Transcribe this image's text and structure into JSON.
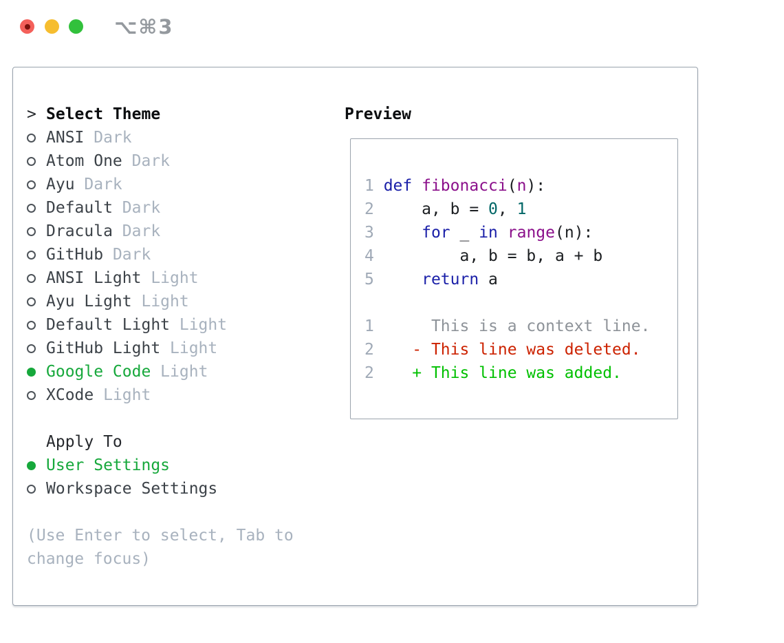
{
  "window": {
    "shortcut_label": "⌥⌘3"
  },
  "colors": {
    "accent_green": "#16a83b",
    "keyword_blue": "#1a1fa8",
    "function_purple": "#8b108b",
    "number_teal": "#006666",
    "code_plain": "#1b1e21",
    "line_number_gray": "#9fa9b6",
    "diff_context_gray": "#8e9399",
    "diff_deleted_red": "#cc2200",
    "diff_added_green": "#00c000",
    "text_primary": "#26292d",
    "text_dim": "#a8b2be",
    "frame_border": "#9aa3ad",
    "titlebar_gray": "#94999e",
    "traffic_red": "#f4605a",
    "traffic_red_dot": "#7c120c",
    "traffic_yellow": "#f6bd2f",
    "traffic_green": "#32c13c"
  },
  "theme_section": {
    "focus_marker": ">",
    "title": "Select Theme",
    "themes": [
      {
        "name": "ANSI",
        "variant": "Dark",
        "selected": false
      },
      {
        "name": "Atom One",
        "variant": "Dark",
        "selected": false
      },
      {
        "name": "Ayu",
        "variant": "Dark",
        "selected": false
      },
      {
        "name": "Default",
        "variant": "Dark",
        "selected": false
      },
      {
        "name": "Dracula",
        "variant": "Dark",
        "selected": false
      },
      {
        "name": "GitHub",
        "variant": "Dark",
        "selected": false
      },
      {
        "name": "ANSI Light",
        "variant": "Light",
        "selected": false
      },
      {
        "name": "Ayu Light",
        "variant": "Light",
        "selected": false
      },
      {
        "name": "Default Light",
        "variant": "Light",
        "selected": false
      },
      {
        "name": "GitHub Light",
        "variant": "Light",
        "selected": false
      },
      {
        "name": "Google Code",
        "variant": "Light",
        "selected": true
      },
      {
        "name": "XCode",
        "variant": "Light",
        "selected": false
      }
    ]
  },
  "apply_section": {
    "title": "Apply To",
    "options": [
      {
        "name": "User Settings",
        "selected": true
      },
      {
        "name": "Workspace Settings",
        "selected": false
      }
    ]
  },
  "hint": {
    "lines": [
      "(Use Enter to select, Tab to",
      "change focus)"
    ]
  },
  "preview": {
    "title": "Preview",
    "lines": [
      [
        [
          "ln",
          "1 "
        ],
        [
          "kw",
          "def"
        ],
        [
          "pl",
          " "
        ],
        [
          "fn",
          "fibonacci"
        ],
        [
          "pl",
          "("
        ],
        [
          "fn",
          "n"
        ],
        [
          "pl",
          "):"
        ]
      ],
      [
        [
          "ln",
          "2 "
        ],
        [
          "pl",
          "    a, b = "
        ],
        [
          "num",
          "0"
        ],
        [
          "pl",
          ", "
        ],
        [
          "num",
          "1"
        ]
      ],
      [
        [
          "ln",
          "3 "
        ],
        [
          "pl",
          "    "
        ],
        [
          "kw",
          "for"
        ],
        [
          "pl",
          " _ "
        ],
        [
          "kw",
          "in"
        ],
        [
          "pl",
          " "
        ],
        [
          "fn",
          "range"
        ],
        [
          "pl",
          "(n):"
        ]
      ],
      [
        [
          "ln",
          "4 "
        ],
        [
          "pl",
          "        a, b = b, a + b"
        ]
      ],
      [
        [
          "ln",
          "5 "
        ],
        [
          "pl",
          "    "
        ],
        [
          "kw",
          "return"
        ],
        [
          "pl",
          " a"
        ]
      ],
      [
        [
          "ln",
          ""
        ]
      ],
      [
        [
          "ln",
          "1 "
        ],
        [
          "ctx",
          "     This is a context line."
        ]
      ],
      [
        [
          "ln",
          "2 "
        ],
        [
          "del",
          "   - This line was deleted."
        ]
      ],
      [
        [
          "ln",
          "2 "
        ],
        [
          "add",
          "   + This line was added."
        ]
      ]
    ]
  }
}
